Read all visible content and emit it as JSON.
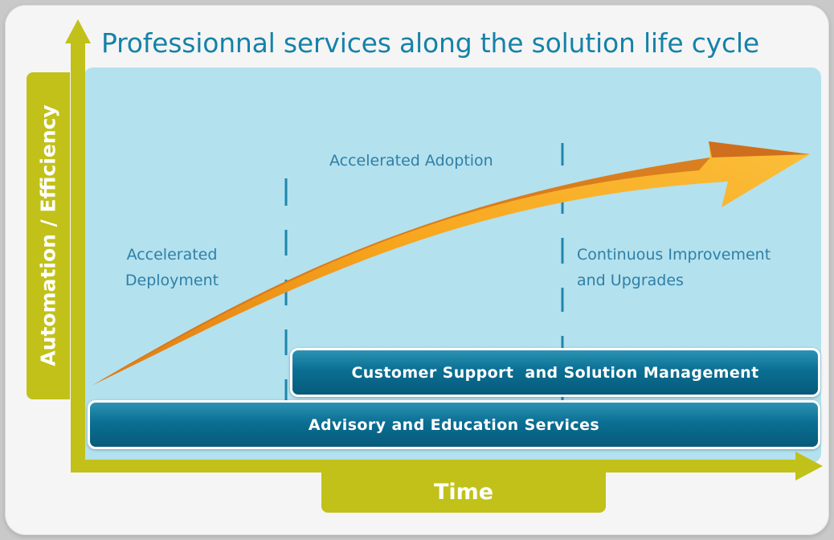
{
  "title": "Professionnal services along the solution life cycle",
  "axes": {
    "y_label": "Automation / Efficiency",
    "x_label": "Time"
  },
  "phases": {
    "deployment": [
      "Accelerated",
      "Deployment"
    ],
    "adoption": "Accelerated Adoption",
    "improvement": [
      "Continuous Improvement",
      "and Upgrades"
    ]
  },
  "bars": {
    "support": "Customer Support  and Solution Management",
    "advisory": "Advisory and Education Services"
  },
  "colors": {
    "axis": "#c1c11a",
    "panel": "#b3e1ee",
    "bar": "#0a6f93",
    "arrow": "#f5a623",
    "text": "#1582a8"
  }
}
